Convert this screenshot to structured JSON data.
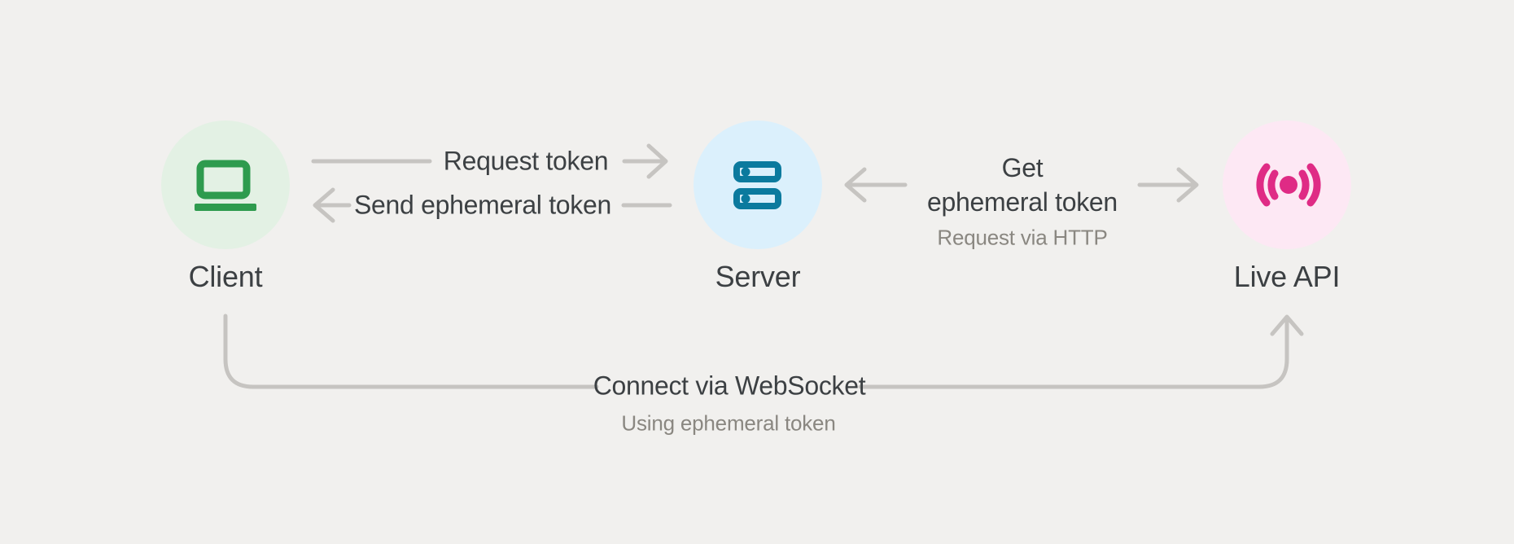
{
  "canvas": {
    "background_color": "#f1f0ee",
    "connector_color": "#c6c4c1",
    "text_primary_color": "#3c4043",
    "text_secondary_color": "#8a8781"
  },
  "nodes": {
    "client": {
      "label": "Client",
      "icon": "laptop-icon",
      "circle_fill": "#e3f1e4",
      "icon_color": "#2e9b4e"
    },
    "server": {
      "label": "Server",
      "icon": "server-rack-icon",
      "circle_fill": "#dbf0fc",
      "icon_color": "#0b7a9e"
    },
    "live_api": {
      "label": "Live API",
      "icon": "live-broadcast-icon",
      "circle_fill": "#fde8f4",
      "icon_color": "#df2b85"
    }
  },
  "edges": {
    "request_token": {
      "from": "client",
      "to": "server",
      "direction": "right",
      "label": "Request token"
    },
    "send_ephemeral_token": {
      "from": "server",
      "to": "client",
      "direction": "left",
      "label": "Send ephemeral token"
    },
    "get_ephemeral_token": {
      "from": "server",
      "to": "live_api",
      "direction": "both",
      "label_line1": "Get",
      "label_line2": "ephemeral token",
      "sublabel": "Request via HTTP"
    },
    "connect_websocket": {
      "from": "client",
      "to": "live_api",
      "direction": "to_live_api",
      "label": "Connect via WebSocket",
      "sublabel": "Using ephemeral token"
    }
  }
}
